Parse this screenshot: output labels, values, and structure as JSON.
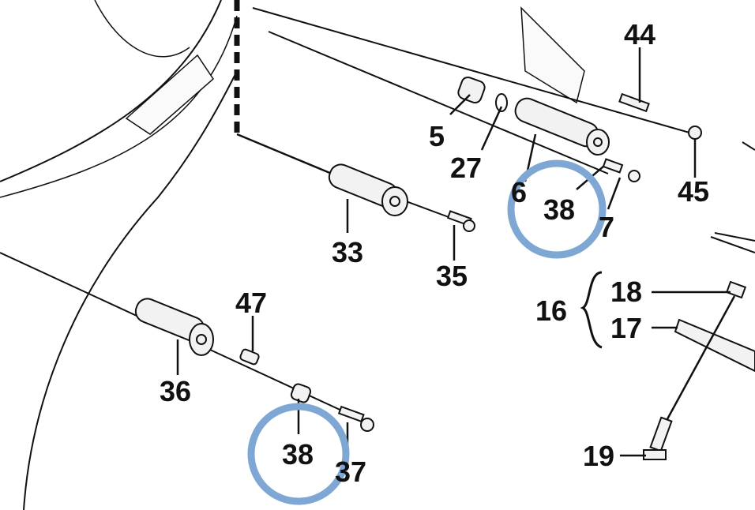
{
  "diagram": {
    "labels": {
      "p44": "44",
      "p5": "5",
      "p27": "27",
      "p45": "45",
      "p6": "6",
      "p38a": "38",
      "p7": "7",
      "p33": "33",
      "p35": "35",
      "p18": "18",
      "p16": "16",
      "p17": "17",
      "p47": "47",
      "p36": "36",
      "p38b": "38",
      "p37": "37",
      "p19": "19"
    },
    "colors": {
      "highlight_ring": "#7fa7d3",
      "ink": "#111111"
    }
  }
}
